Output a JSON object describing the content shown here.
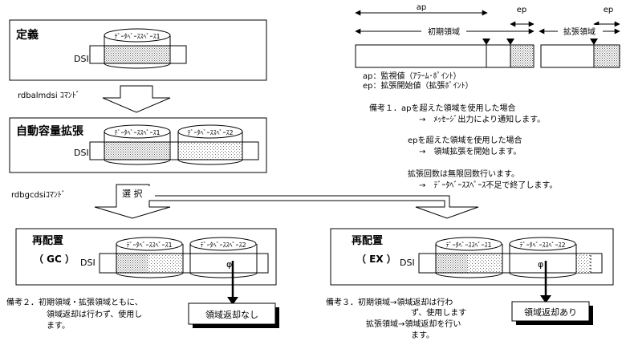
{
  "title_define": "定義",
  "title_auto": "自動容量拡張",
  "title_realloc_gc": "再配置",
  "label_gc": "（ GC ）",
  "title_realloc_ex": "再配置",
  "label_ex": "（ EX ）",
  "dsi_label": "DSI",
  "space1": "ﾃﾞｰﾀﾍﾞｰｽｽﾍﾟｰｽ1",
  "space2": "ﾃﾞｰﾀﾍﾞｰｽｽﾍﾟｰｽ2",
  "phi": "φ",
  "cmd_rdbalmdsi": "rdbalmdsi ｺﾏﾝﾄﾞ",
  "cmd_rdbgcdsi": "rdbgcdsiｺﾏﾝﾄﾞ",
  "select_label": "選 択",
  "ap": "ap",
  "ep": "ep",
  "initial_area": "初期領域",
  "extended_area": "拡張領域",
  "legend_ap": "ap：監視値（ｱﾗｰﾑ･ﾎﾟｲﾝﾄ）",
  "legend_ep": "ep：拡張開始値（拡張ﾎﾟｲﾝﾄ）",
  "note1_line1": "備考１．apを超えた領域を使用した場合",
  "note1_line2": "→　ﾒｯｾｰｼﾞ出力により通知します。",
  "note1_line3": "epを超えた領域を使用した場合",
  "note1_line4": "→　領域拡張を開始します。",
  "note1_line5": "拡張回数は無限回数行います。",
  "note1_line6": "→　ﾃﾞｰﾀﾍﾞｰｽｽﾍﾟｰｽ不足で終了します。",
  "note2_line1": "備考２．初期領域・拡張領域ともに、",
  "note2_line2": "領域返却は行わず、使用し",
  "note2_line3": "ます。",
  "note3_line1": "備考３．初期領域→領域返却は行わ",
  "note3_line2": "ず、使用します",
  "note3_line3": "拡張領域→領域返却を行い",
  "note3_line4": "ます。",
  "result_no_return": "領域返却なし",
  "result_return": "領域返却あり"
}
